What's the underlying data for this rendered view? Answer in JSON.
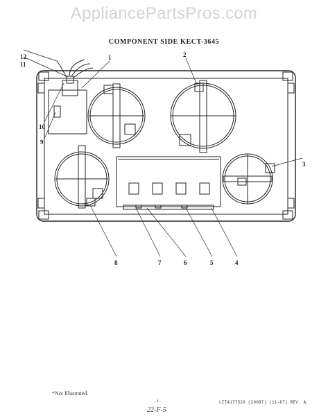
{
  "watermark": "AppliancePartsPros.com",
  "title": "COMPONENT SIDE KECT-3645",
  "callouts": {
    "c1": "1",
    "c2": "2",
    "c3": "3",
    "c4": "4",
    "c5": "5",
    "c6": "6",
    "c7": "7",
    "c8": "8",
    "c9": "9",
    "c10": "10",
    "c11": "11",
    "c12": "12"
  },
  "footnote": "*Not Illustrated.",
  "part_number": "LIT4177529 (29087) (11-87) REV. A",
  "page_mark": "- 4 -",
  "handwritten": "22-F-5",
  "colors": {
    "line": "#222222",
    "watermark": "#d4d4d4"
  }
}
